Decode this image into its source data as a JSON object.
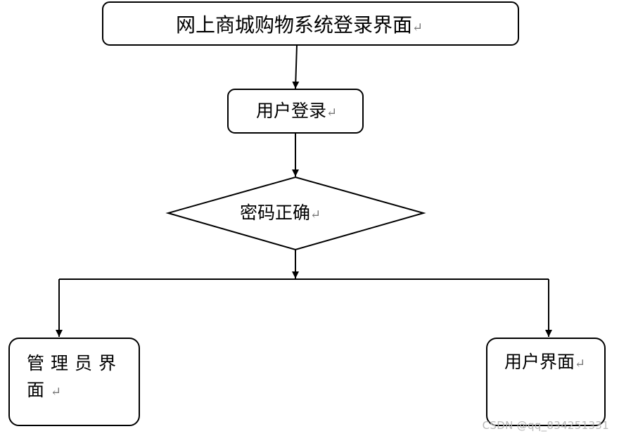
{
  "nodes": {
    "title": "网上商城购物系统登录界面",
    "login": "用户登录",
    "decision": "密码正确",
    "admin_line1": "管理员界",
    "admin_line2": "面",
    "user": "用户界面"
  },
  "return_mark": "↵",
  "watermark": "CSDN @qq_834251331",
  "colors": {
    "stroke": "#000000",
    "mark": "#777777",
    "watermark": "#b8b8b8"
  }
}
